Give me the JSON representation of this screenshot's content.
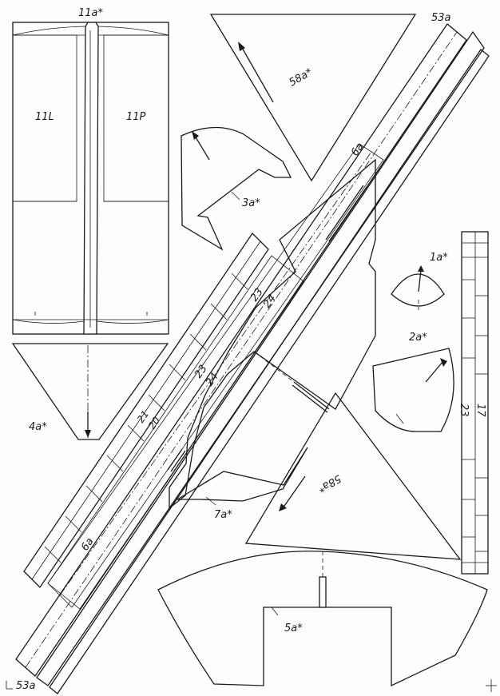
{
  "sheet": {
    "parts": {
      "p11a": "11a*",
      "p11L": "11L",
      "p11P": "11P",
      "p4a": "4a*",
      "p58a_top": "58a*",
      "p3a": "3a*",
      "p6a_top": "6a",
      "p53a_top": "53a",
      "p1a": "1a*",
      "p2a": "2a*",
      "p23a": "23",
      "p24a": "24",
      "p23b": "23",
      "p24b": "24",
      "p21": "21",
      "p20": "20",
      "p23_right": "23",
      "p17_right": "17",
      "p58a_mid": "58a*",
      "p7a": "7a*",
      "p6a_bottom": "6a",
      "p5a": "5a*",
      "p53a_bottom": "53a"
    }
  }
}
